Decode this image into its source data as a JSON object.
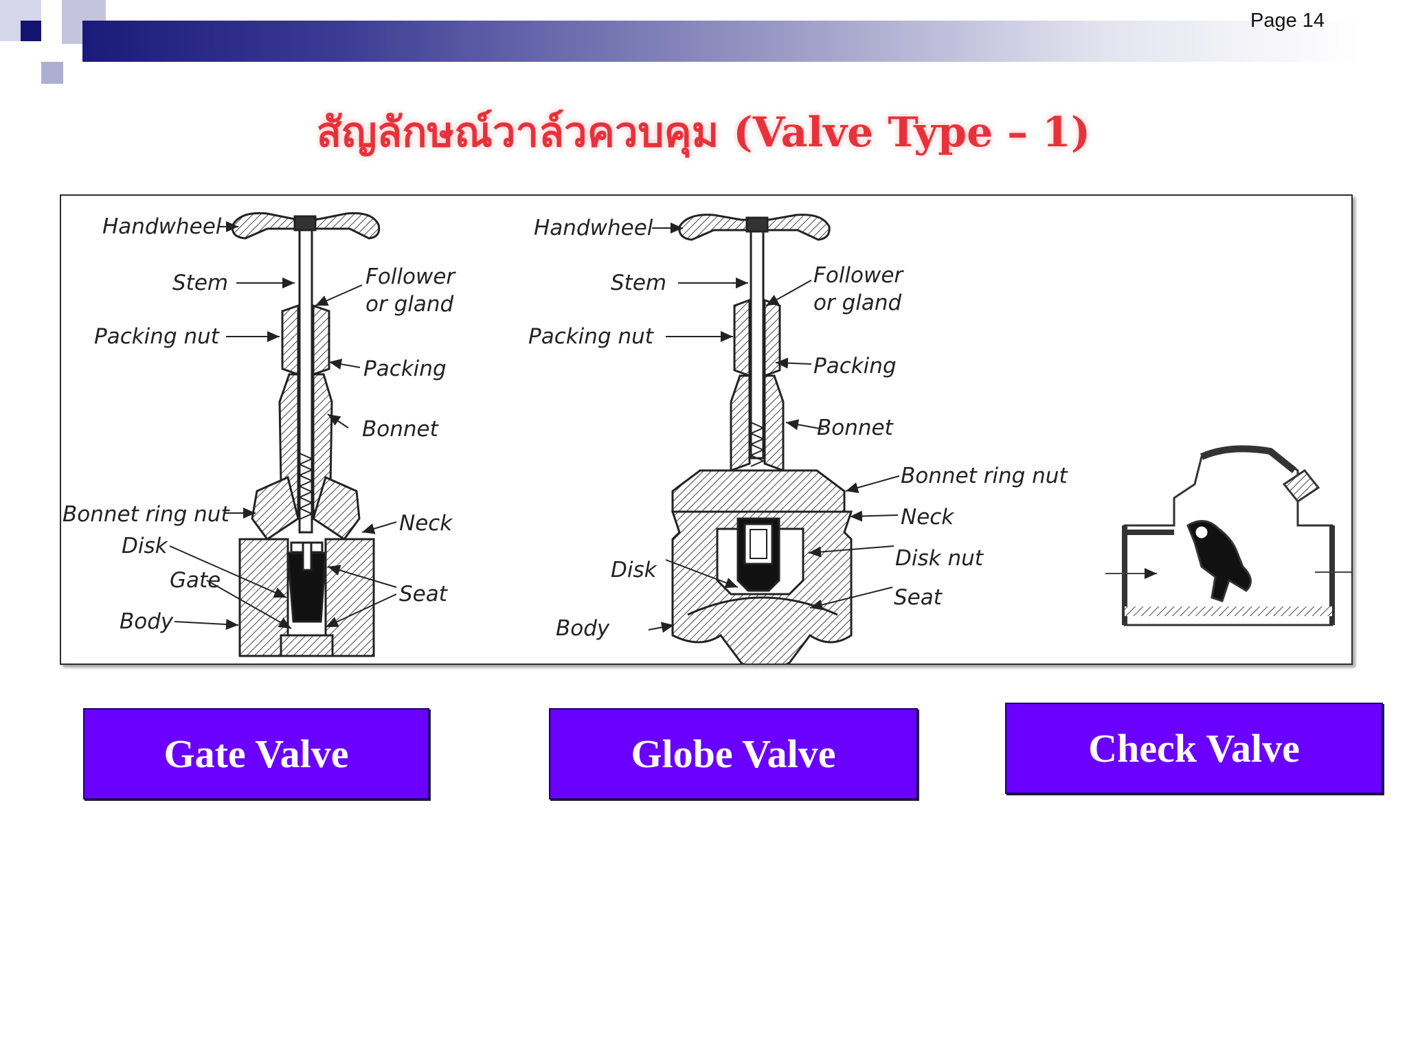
{
  "page": {
    "number": "Page 14"
  },
  "title": "สัญลักษณ์วาล์วควบคุม (Valve Type – 1)",
  "gate_diagram": {
    "labels": {
      "handwheel": "Handwheel",
      "stem": "Stem",
      "packing_nut": "Packing nut",
      "follower_1": "Follower",
      "follower_2": "or gland",
      "packing": "Packing",
      "bonnet": "Bonnet",
      "bonnet_ring_nut": "Bonnet ring nut",
      "neck": "Neck",
      "disk": "Disk",
      "gate": "Gate",
      "seat": "Seat",
      "body": "Body"
    }
  },
  "globe_diagram": {
    "labels": {
      "handwheel": "Handwheel",
      "stem": "Stem",
      "packing_nut": "Packing nut",
      "follower_1": "Follower",
      "follower_2": "or gland",
      "packing": "Packing",
      "bonnet": "Bonnet",
      "bonnet_ring_nut": "Bonnet ring nut",
      "neck": "Neck",
      "disk_nut": "Disk nut",
      "disk": "Disk",
      "seat": "Seat",
      "body": "Body"
    }
  },
  "buttons": {
    "gate": "Gate Valve",
    "globe": "Globe Valve",
    "check": "Check Valve"
  },
  "colors": {
    "button_fill": "#6a00ff",
    "title": "#e8313a",
    "header_dark": "#1a1a7a"
  }
}
